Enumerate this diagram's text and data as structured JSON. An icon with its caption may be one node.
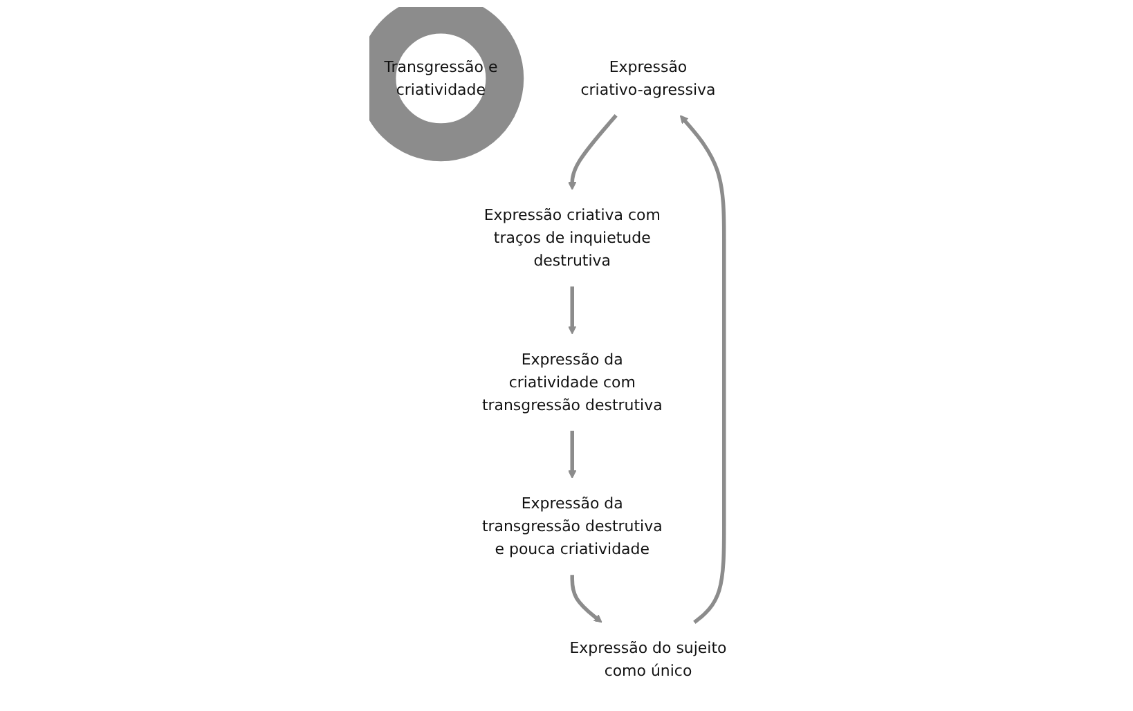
{
  "diagram": {
    "nodes": [
      {
        "text": [
          "Transgressão e criatividade"
        ]
      },
      {
        "text": [
          "Expressão criativo-agressiva"
        ]
      },
      {
        "text": [
          "Expressão criativa com traços de inquietude destrutiva"
        ]
      },
      {
        "text": [
          "Expressão da criatividade com transgressão destrutiva"
        ]
      },
      {
        "text": [
          "Expressão da transgressão destrutiva e pouca criatividade"
        ]
      },
      {
        "text": [
          "Expressão do sujeito como único"
        ]
      }
    ],
    "edges": [
      {
        "from": 1,
        "to": 2,
        "arrow": "to"
      },
      {
        "from": 2,
        "to": 3,
        "arrow": "to"
      },
      {
        "from": 3,
        "to": 4,
        "arrow": "to"
      },
      {
        "from": 4,
        "to": 5,
        "arrow": "to"
      },
      {
        "from": 5,
        "to": 1,
        "arrow": "to"
      }
    ]
  }
}
